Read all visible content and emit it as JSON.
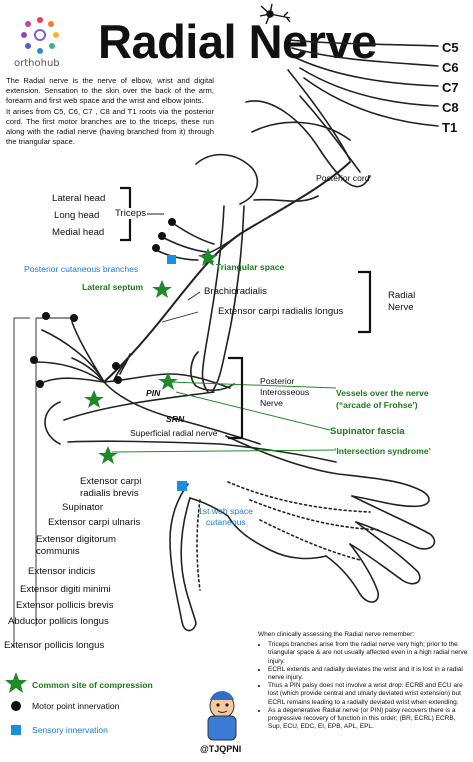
{
  "header": {
    "title": "Radial Nerve",
    "brand": "orthohub"
  },
  "intro": {
    "p1": "The Radial nerve is the nerve of elbow, wrist and digital extension. Sensation to the skin over the back of the arm, forearm and first web space and the wrist and elbow joints.",
    "p2": "It arises from C5, C6, C7 , C8 and T1 roots via the posterior cord. The first motor branches are to the triceps, these run along with the radial nerve (having branched from it) through the  triangular space."
  },
  "roots": [
    "C5",
    "C6",
    "C7",
    "C8",
    "T1"
  ],
  "labels": {
    "posterior_cord": "Posterior cord",
    "triceps": "Triceps",
    "lateral_head": "Lateral head",
    "long_head": "Long  head",
    "medial_head": "Medial head",
    "posterior_cutaneous": "Posterior cutaneous branches",
    "triangular_space": "Triangular space",
    "lateral_septum": "Lateral septum",
    "brachioradialis": "Brachioradialis",
    "ecrl": "Extensor carpi radialis longus",
    "radial_nerve_line1": "Radial",
    "radial_nerve_line2": "Nerve",
    "pin_line1": "Posterior",
    "pin_line2": "Interosseous",
    "pin_line3": "Nerve",
    "pin_tag": "PIN",
    "srn_tag": "SRN",
    "superficial_radial": "Superficial radial nerve",
    "vessels_line1": "Vessels over the nerve",
    "vessels_line2": "(“arcade of Frohse’)",
    "supinator_fascia": "Supinator fascia",
    "intersection": "‘Intersection syndrome’",
    "ecrb_line1": "Extensor carpi",
    "ecrb_line2": "radialis brevis",
    "supinator": "Supinator",
    "ecu": "Extensor carpi ulnaris",
    "edc_line1": "Extensor digitorum",
    "edc_line2": "communis",
    "ei": "Extensor indicis",
    "edm": "Extensor digiti minimi",
    "epb": "Extensor pollicis brevis",
    "apl": "Abductor pollicis longus",
    "epl": "Extensor pollicis longus",
    "web_space_line1": "1st web space",
    "web_space_line2": "cutaneous"
  },
  "legend": {
    "compression": "Common site of compression",
    "motor": "Motor point innervation",
    "sensory": "Sensory innervation"
  },
  "notes": {
    "heading": "When clinically assessing the Radial nerve remember:",
    "items": [
      "Triceps branches arise from the radial nerve very high; prior to the triangular space & are not usually affected even in a high radial nerve injury.",
      "ECRL extends and radially deviates the wrist and it is lost in a radial nerve injury.",
      "Thus a PIN palsy does not involve a wrist drop: ECRB and ECU are lost (which provide central and ulnarly deviated wrist extension) but ECRL remains leading to a radially deviated wrist when extending.",
      "As a degenerative Radial nerve (or PIN) palsy recovers there is a progressive recovery of function in this order; (BR, ECRL) ECRB, Sup, ECU, EDC, EI, EPB, APL, EPL."
    ]
  },
  "handle": "@TJQPNI",
  "colors": {
    "green_star": "#1f8a2a",
    "sensory_blue": "#1a8fe0",
    "motor_black": "#111111"
  }
}
